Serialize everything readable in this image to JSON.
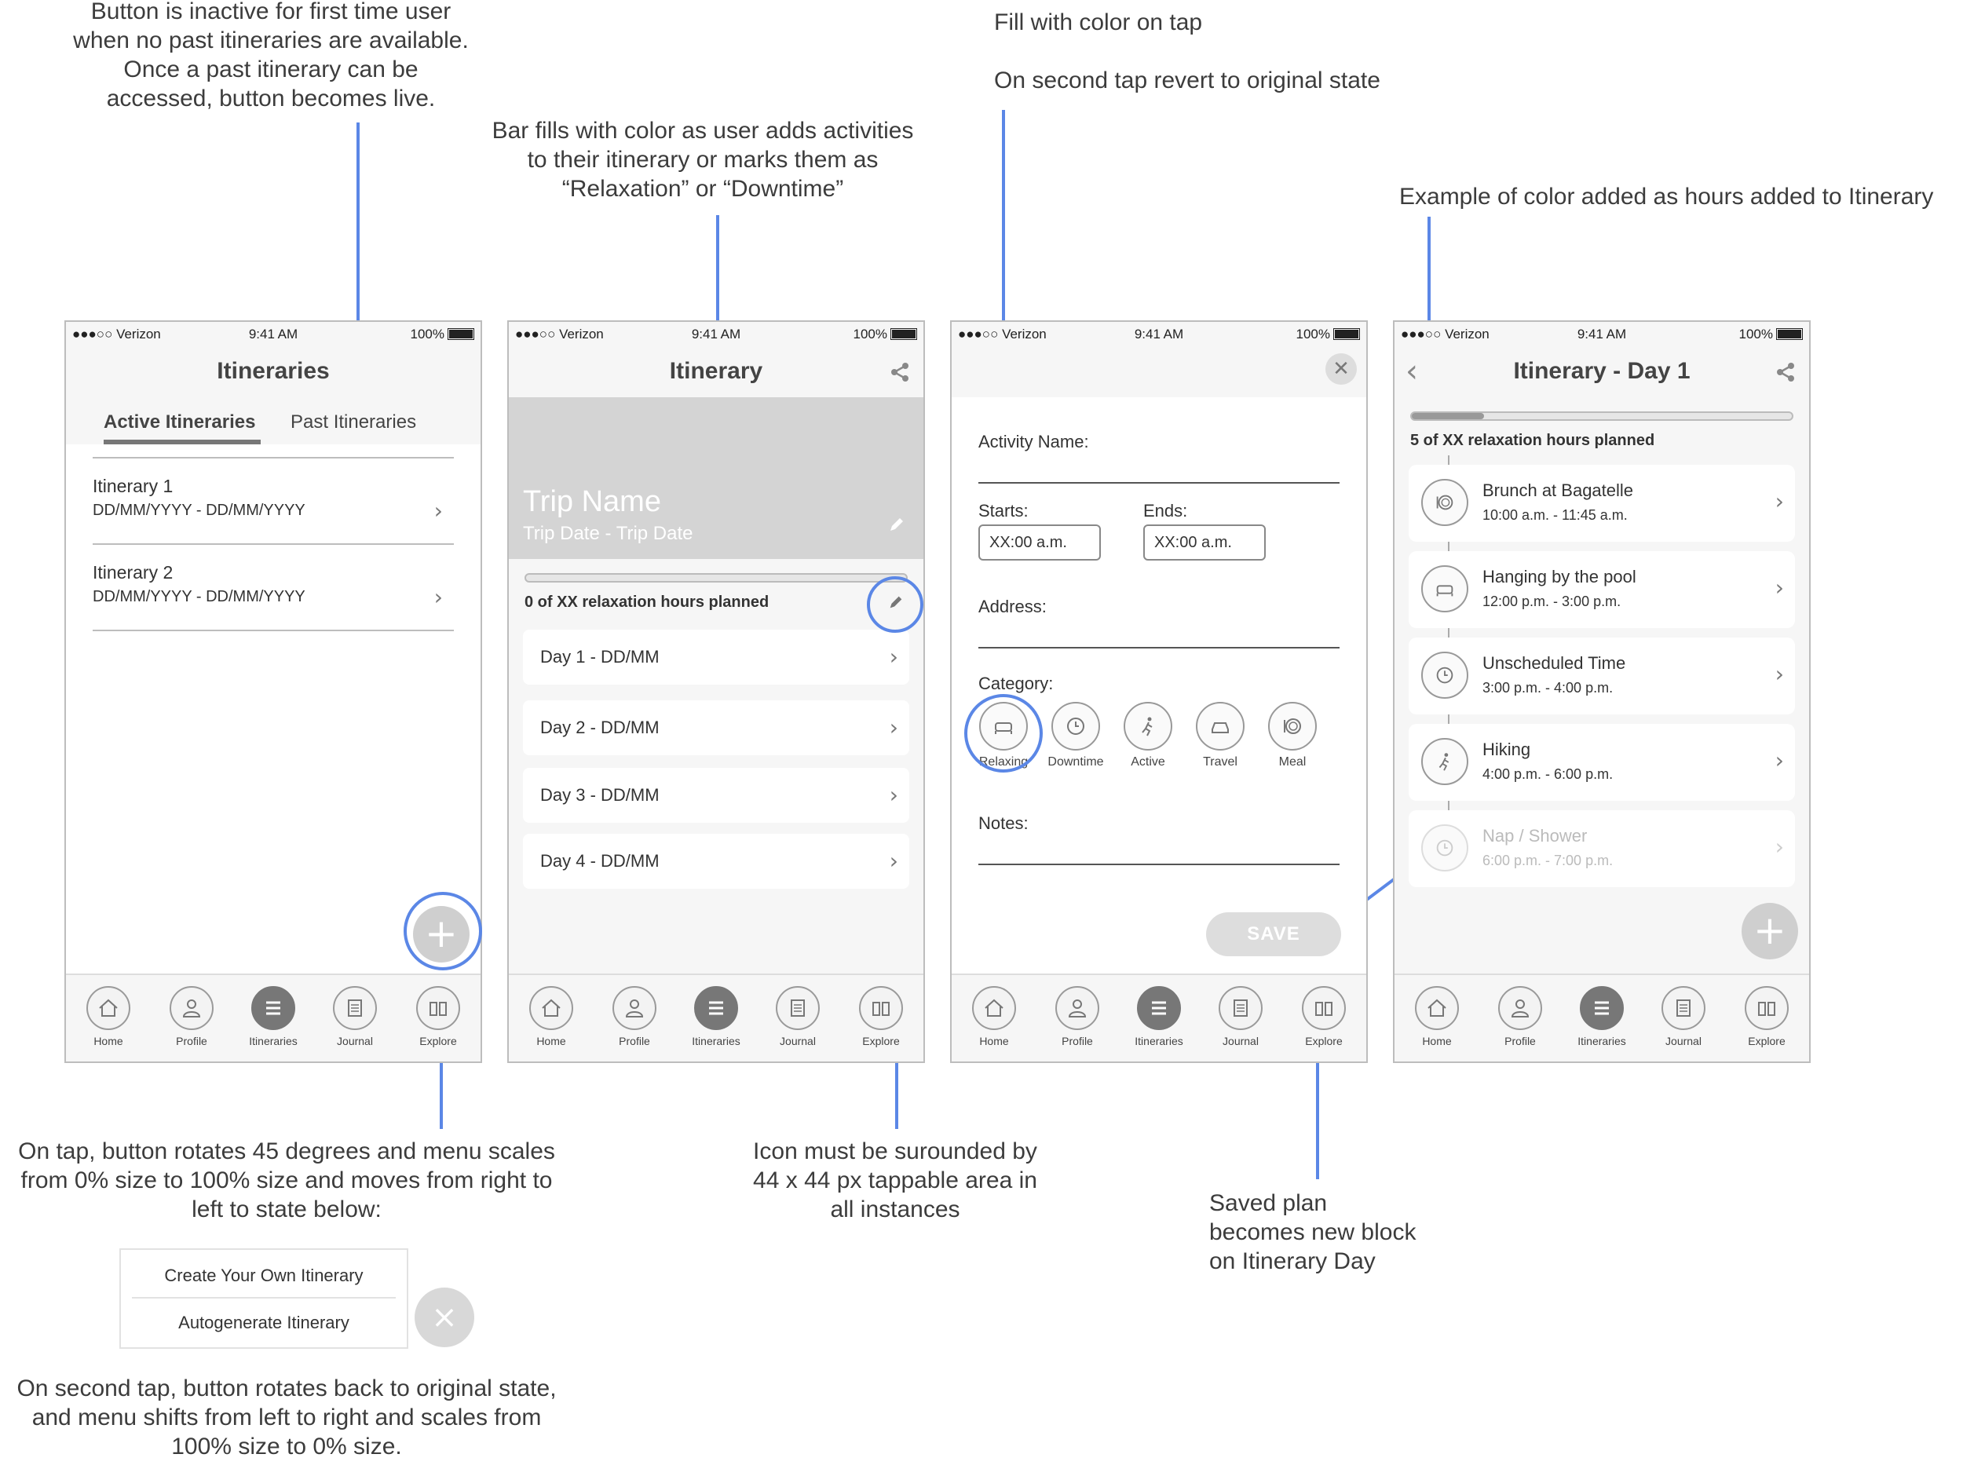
{
  "annotations": {
    "past_button": [
      "Button is inactive for first time user",
      "when no past itineraries are available.",
      "Once a past itinerary can be",
      "accessed, button becomes live."
    ],
    "bar_fill": [
      "Bar fills with color as user adds activities",
      "to their itinerary or marks them as",
      "“Relaxation” or “Downtime”"
    ],
    "fill_tap": "Fill with color on tap",
    "second_tap": "On second tap revert to original state",
    "example_color": "Example of color added as hours added to Itinerary",
    "fab_rotate": [
      "On tap, button rotates 45 degrees and menu scales",
      "from 0% size to 100% size and moves from right to",
      "left to state below:"
    ],
    "icon_area": [
      "Icon must be surounded by",
      "44 x 44 px tappable area in",
      "all instances"
    ],
    "saved_plan": [
      "Saved plan",
      "becomes new block",
      "on Itinerary Day"
    ],
    "second_fab": [
      "On second tap, button rotates back to original state,",
      "and menu shifts from left to right and scales from",
      "100% size to 0% size."
    ]
  },
  "fab_menu": {
    "create": "Create Your Own Itinerary",
    "auto": "Autogenerate Itinerary",
    "close_glyph": "×"
  },
  "status": {
    "carrier": "●●●○○ Verizon",
    "time": "9:41 AM",
    "battery": "100%"
  },
  "tabs": [
    {
      "label": "Home",
      "icon": "home-icon"
    },
    {
      "label": "Profile",
      "icon": "profile-icon"
    },
    {
      "label": "Itineraries",
      "icon": "list-icon"
    },
    {
      "label": "Journal",
      "icon": "journal-icon"
    },
    {
      "label": "Explore",
      "icon": "binoculars-icon"
    }
  ],
  "screen1": {
    "title": "Itineraries",
    "tab_active": "Active Itineraries",
    "tab_past": "Past Itineraries",
    "items": [
      {
        "name": "Itinerary 1",
        "dates": "DD/MM/YYYY - DD/MM/YYYY"
      },
      {
        "name": "Itinerary 2",
        "dates": "DD/MM/YYYY - DD/MM/YYYY"
      }
    ],
    "fab": "+"
  },
  "screen2": {
    "title": "Itinerary",
    "trip_name": "Trip Name",
    "trip_dates": "Trip Date - Trip Date",
    "progress_label": "0 of XX relaxation hours planned",
    "progress": 0,
    "days": [
      "Day 1 - DD/MM",
      "Day 2 - DD/MM",
      "Day 3 - DD/MM",
      "Day 4 - DD/MM"
    ]
  },
  "screen3": {
    "activity_label": "Activity Name:",
    "starts_label": "Starts:",
    "ends_label": "Ends:",
    "starts_value": "XX:00 a.m.",
    "ends_value": "XX:00 a.m.",
    "address_label": "Address:",
    "category_label": "Category:",
    "categories": [
      "Relaxing",
      "Downtime",
      "Active",
      "Travel",
      "Meal"
    ],
    "notes_label": "Notes:",
    "save": "SAVE"
  },
  "screen4": {
    "title": "Itinerary - Day 1",
    "progress_label": "5 of XX relaxation hours planned",
    "progress": 0.19,
    "activities": [
      {
        "name": "Brunch at Bagatelle",
        "time": "10:00 a.m. - 11:45 a.m.",
        "icon": "meal-icon"
      },
      {
        "name": "Hanging by the pool",
        "time": "12:00 p.m. - 3:00 p.m.",
        "icon": "sofa-icon"
      },
      {
        "name": "Unscheduled Time",
        "time": "3:00 p.m. - 4:00 p.m.",
        "icon": "clock-icon"
      },
      {
        "name": "Hiking",
        "time": "4:00 p.m. - 6:00 p.m.",
        "icon": "running-icon"
      },
      {
        "name": "Nap / Shower",
        "time": "6:00 p.m. - 7:00 p.m.",
        "icon": "clock-icon"
      }
    ],
    "fab": "+"
  },
  "colors": {
    "accent": "#5b87e6",
    "tab_active": "#777777",
    "screen_bg": "#f6f6f6"
  }
}
